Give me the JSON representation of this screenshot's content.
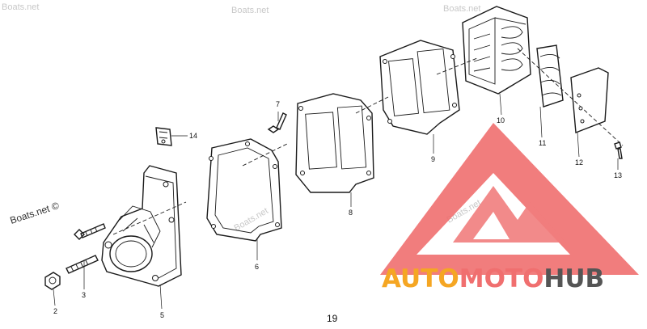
{
  "diagram": {
    "page_number": "19",
    "callouts": [
      "2",
      "3",
      "5",
      "6",
      "7",
      "8",
      "9",
      "10",
      "11",
      "12",
      "13",
      "14"
    ]
  },
  "watermarks": {
    "corner_text": "Boats.net",
    "main_text": "Boats.net ©",
    "faint_text": "Boats.net"
  },
  "brand": {
    "part1": "AUTO",
    "part2": "MOTO",
    "part3": "HUB",
    "color_orange": "#f5a623",
    "color_red": "#f06f6f",
    "color_dark": "#555555",
    "logo_color": "#f06f6f"
  }
}
